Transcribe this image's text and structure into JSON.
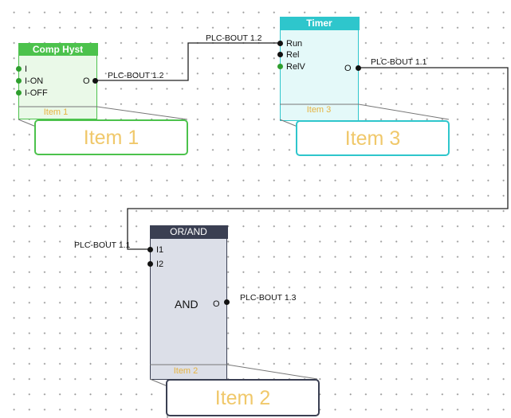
{
  "blocks": {
    "comp_hyst": {
      "title": "Comp Hyst",
      "inputs": [
        "I",
        "I-ON",
        "I-OFF"
      ],
      "output": "O",
      "tab_label": "Item 1",
      "item_label": "Item 1",
      "accent": "#4cc24c",
      "body_color": "#eaf9e8"
    },
    "timer": {
      "title": "Timer",
      "inputs": [
        "Run",
        "Rel",
        "RelV"
      ],
      "output": "O",
      "tab_label": "Item 3",
      "item_label": "Item 3",
      "accent": "#2ec6cc",
      "body_color": "#e4f9f9"
    },
    "or_and": {
      "title": "OR/AND",
      "inputs": [
        "I1",
        "I2"
      ],
      "mode": "AND",
      "output": "O",
      "tab_label": "Item 2",
      "item_label": "Item 2",
      "accent": "#3a3f52",
      "body_color": "#dcdfe8"
    }
  },
  "nets": {
    "comp_out": "PLC-BOUT 1.2",
    "timer_run": "PLC-BOUT 1.2",
    "timer_out": "PLC-BOUT 1.1",
    "orand_in": "PLC-BOUT 1.1",
    "orand_out": "PLC-BOUT 1.3"
  }
}
